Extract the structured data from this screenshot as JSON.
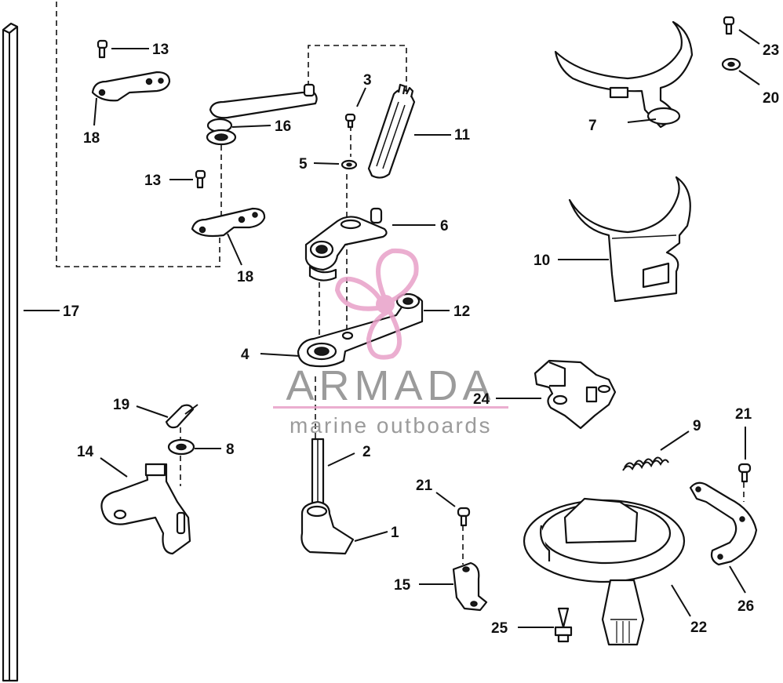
{
  "callouts": {
    "c1": "1",
    "c2": "2",
    "c3": "3",
    "c4": "4",
    "c5": "5",
    "c6": "6",
    "c7": "7",
    "c8": "8",
    "c9": "9",
    "c10": "10",
    "c11": "11",
    "c12": "12",
    "c13a": "13",
    "c13b": "13",
    "c14": "14",
    "c15": "15",
    "c16": "16",
    "c17": "17",
    "c18a": "18",
    "c18b": "18",
    "c19": "19",
    "c20": "20",
    "c21a": "21",
    "c21b": "21",
    "c22": "22",
    "c23": "23",
    "c24": "24",
    "c25": "25",
    "c26": "26"
  },
  "watermark": {
    "brand": "ARMADA",
    "tagline": "marine outboards",
    "brand_color": "#8a8a8a",
    "accent_color": "#e8a0c8"
  }
}
